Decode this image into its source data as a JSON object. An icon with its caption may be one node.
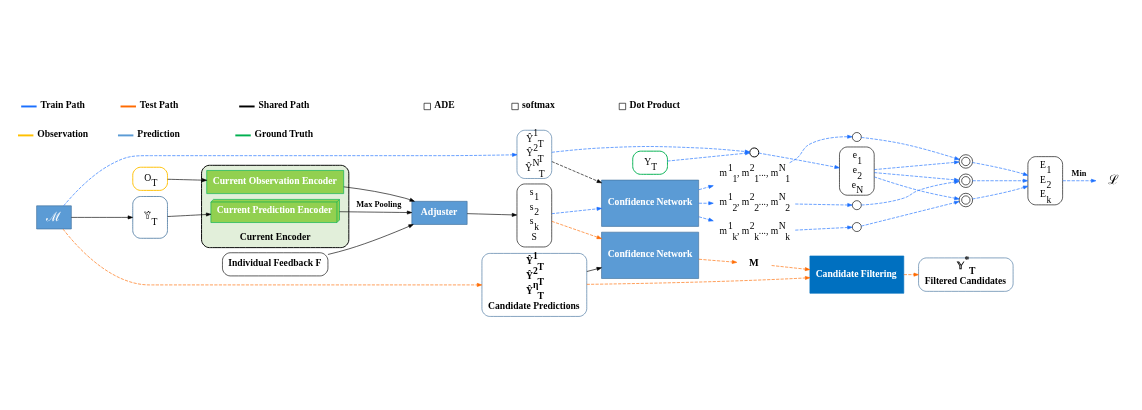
{
  "diagram": {
    "nodes": [
      {
        "text": [
          "ℳ"
        ]
      },
      {
        "text": [
          "O$_{T}$"
        ]
      },
      {
        "text": [
          "𝕐̂$_{T}$"
        ]
      },
      {
        "text": [
          "Current Encoder"
        ]
      },
      {
        "text": [
          "Current Observation Encoder"
        ],
        "in": 3
      },
      {
        "text": [
          "Current Prediction Encoder"
        ],
        "in": 3
      },
      {
        "text": [
          "Adjuster"
        ]
      },
      {
        "text": [
          "Individual Feedback F"
        ]
      },
      {
        "text": [
          "s$_{1}$",
          "s$_{2}$",
          "s$_{k}$",
          "S"
        ]
      },
      {
        "text": [
          "Ŷ$^{1}$$_{T}$",
          "Ŷ$^{2}$$_{T}$",
          "Ŷ$^{N}$$_{T}$"
        ]
      },
      {
        "text": [
          "Confidence Network"
        ]
      },
      {
        "text": [],
        "shape": "circle"
      },
      {
        "text": [
          "Y$_{T}$"
        ]
      },
      {
        "text": [
          "e$_{1}$",
          "e$_{2}$",
          "e$_{N}$"
        ]
      },
      {
        "text": [
          "m$^{1}$$_{1}$, m$^{2}$$_{1}$..., m$^{N}$$_{1}$"
        ]
      },
      {
        "text": [
          "m$^{1}$$_{2}$, m$^{2}$$_{2}$..., m$^{N}$$_{2}$"
        ]
      },
      {
        "text": [
          "m$^{1}$$_{k}$, m$^{2}$$_{k}$..., m$^{N}$$_{k}$"
        ]
      },
      {
        "text": [],
        "shape": "circle"
      },
      {
        "text": [],
        "shape": "circle"
      },
      {
        "text": [],
        "shape": "circle"
      },
      {
        "text": [],
        "shape": "circle"
      },
      {
        "text": [],
        "shape": "circle"
      },
      {
        "text": [],
        "shape": "circle"
      },
      {
        "text": [
          "E$_{1}$",
          "E$_{2}$",
          "E$_{k}$"
        ]
      },
      {
        "text": [
          "ℒ"
        ]
      },
      {
        "text": [
          "Confidence Network"
        ]
      },
      {
        "text": [
          "M"
        ]
      },
      {
        "text": [
          "Candidate Filtering"
        ]
      },
      {
        "text": [
          "𝕐$^{*}$$_{T}$",
          "Filtered Candidates"
        ]
      },
      {
        "text": [
          "Ŷ$^{1}$$_{T}$",
          "Ŷ$^{2}$$_{T}$",
          "Ŷ$^{η}$$_{T}$",
          "Candidate Predictions"
        ]
      }
    ],
    "edges": [
      {
        "from": 0,
        "to": 2,
        "arrow": "to",
        "color": "#000000"
      },
      {
        "from": 2,
        "to": 5,
        "arrow": "to",
        "color": "#000000"
      },
      {
        "from": 1,
        "to": 4,
        "arrow": "to",
        "color": "#000000"
      },
      {
        "from": 4,
        "to": 6,
        "arrow": "to",
        "color": "#000000"
      },
      {
        "from": 5,
        "to": 6,
        "arrow": "to",
        "label": "Max Pooling",
        "color": "#000000"
      },
      {
        "from": 7,
        "to": 6,
        "arrow": "to",
        "color": "#000000"
      },
      {
        "from": 6,
        "to": 8,
        "arrow": "to",
        "color": "#000000"
      },
      {
        "from": 0,
        "to": 9,
        "arrow": "to",
        "style": "dashed",
        "color": "#1a6fff"
      },
      {
        "from": 9,
        "to": 11,
        "arrow": "to",
        "style": "dashed",
        "color": "#1a6fff"
      },
      {
        "from": 12,
        "to": 11,
        "arrow": "to",
        "style": "dashed",
        "color": "#1a6fff"
      },
      {
        "from": 11,
        "to": 13,
        "arrow": "to",
        "style": "dashed",
        "color": "#1a6fff"
      },
      {
        "from": 9,
        "to": 10,
        "arrow": "to",
        "style": "dashed",
        "color": "#000000"
      },
      {
        "from": 8,
        "to": 10,
        "arrow": "to",
        "style": "dashed",
        "color": "#1a6fff"
      },
      {
        "from": 10,
        "to": 14,
        "arrow": "to",
        "style": "dashed",
        "color": "#1a6fff"
      },
      {
        "from": 10,
        "to": 15,
        "arrow": "to",
        "style": "dashed",
        "color": "#1a6fff"
      },
      {
        "from": 10,
        "to": 16,
        "arrow": "to",
        "style": "dashed",
        "color": "#1a6fff"
      },
      {
        "from": 14,
        "to": 17,
        "arrow": "to",
        "style": "dashed",
        "color": "#1a6fff"
      },
      {
        "from": 15,
        "to": 18,
        "arrow": "to",
        "style": "dashed",
        "color": "#1a6fff"
      },
      {
        "from": 16,
        "to": 19,
        "arrow": "to",
        "style": "dashed",
        "color": "#1a6fff"
      },
      {
        "from": 17,
        "to": 20,
        "arrow": "to",
        "style": "dashed",
        "color": "#1a6fff"
      },
      {
        "from": 18,
        "to": 21,
        "arrow": "to",
        "style": "dashed",
        "color": "#1a6fff"
      },
      {
        "from": 19,
        "to": 22,
        "arrow": "to",
        "style": "dashed",
        "color": "#1a6fff"
      },
      {
        "from": 13,
        "to": 20,
        "arrow": "to",
        "style": "dashed",
        "color": "#1a6fff"
      },
      {
        "from": 13,
        "to": 21,
        "arrow": "to",
        "style": "dashed",
        "color": "#1a6fff"
      },
      {
        "from": 13,
        "to": 22,
        "arrow": "to",
        "style": "dashed",
        "color": "#1a6fff"
      },
      {
        "from": 20,
        "to": 23,
        "arrow": "to",
        "style": "dashed",
        "color": "#1a6fff"
      },
      {
        "from": 21,
        "to": 23,
        "arrow": "to",
        "style": "dashed",
        "color": "#1a6fff"
      },
      {
        "from": 22,
        "to": 23,
        "arrow": "to",
        "style": "dashed",
        "color": "#1a6fff"
      },
      {
        "from": 23,
        "to": 24,
        "arrow": "to",
        "label": "Min",
        "style": "dashed",
        "color": "#1a6fff"
      },
      {
        "from": 8,
        "to": 25,
        "arrow": "to",
        "style": "dashed",
        "color": "#ff6a00"
      },
      {
        "from": 0,
        "to": 29,
        "arrow": "to",
        "style": "dashed",
        "color": "#ff6a00"
      },
      {
        "from": 29,
        "to": 25,
        "arrow": "to",
        "color": "#000000"
      },
      {
        "from": 29,
        "to": 27,
        "arrow": "to",
        "style": "dashed",
        "color": "#ff6a00"
      },
      {
        "from": 25,
        "to": 26,
        "arrow": "to",
        "style": "dashed",
        "color": "#ff6a00"
      },
      {
        "from": 26,
        "to": 27,
        "arrow": "to",
        "style": "dashed",
        "color": "#ff6a00"
      },
      {
        "from": 27,
        "to": 28,
        "arrow": "to",
        "style": "dashed",
        "color": "#ff6a00"
      }
    ],
    "legend": [
      {
        "text": "Observation"
      },
      {
        "text": "Prediction"
      },
      {
        "text": "Ground Truth"
      },
      {
        "text": "Train Path"
      },
      {
        "text": "Test Path"
      },
      {
        "text": "Shared Path"
      },
      {
        "text": "ADE"
      },
      {
        "text": "softmax"
      },
      {
        "text": "Dot Product"
      }
    ]
  }
}
